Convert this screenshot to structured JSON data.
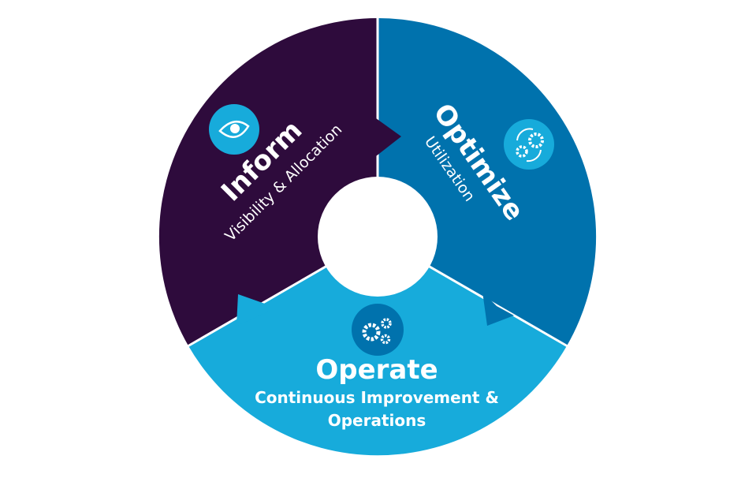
{
  "colors": {
    "inform": "#2e0b3c",
    "optimize": "#0072ad",
    "operate": "#17abdb"
  },
  "segments": {
    "inform": {
      "title": "Inform",
      "subtitle": "Visibility & Allocation",
      "icon": "eye-icon"
    },
    "optimize": {
      "title": "Optimize",
      "subtitle": "Utilization",
      "icon": "gears-cycle-icon"
    },
    "operate": {
      "title": "Operate",
      "subtitle_line1": "Continuous Improvement &",
      "subtitle_line2": "Operations",
      "icon": "gears-icon"
    }
  }
}
